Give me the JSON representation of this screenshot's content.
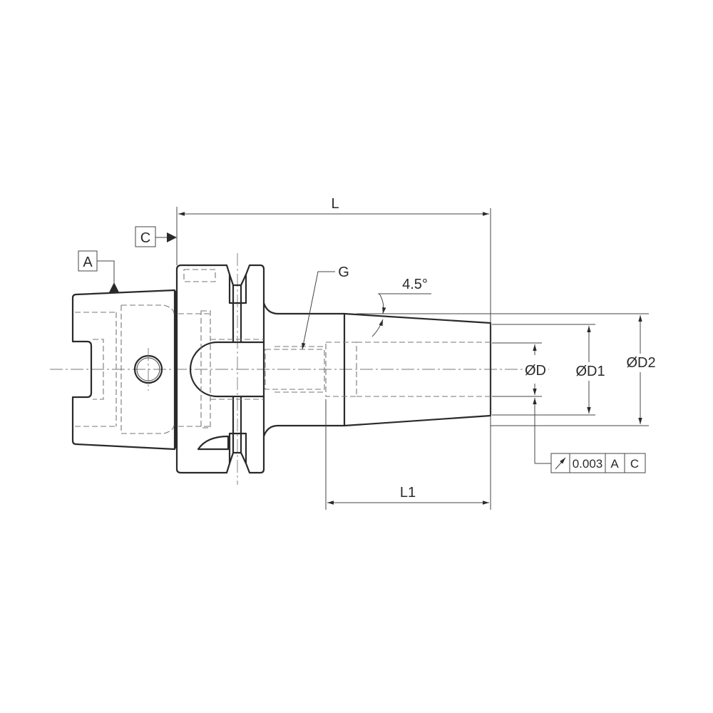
{
  "drawing": {
    "dimensions": {
      "overall_length": "L",
      "taper_length": "L1",
      "bore_diameter": "ØD",
      "nose_diameter_small": "ØD1",
      "nose_diameter_large": "ØD2",
      "thread": "G",
      "taper_angle": "4.5°"
    },
    "datums": {
      "a": "A",
      "c": "C"
    },
    "tolerance_frame": {
      "symbol": "circular-runout",
      "value": "0.003",
      "datum1": "A",
      "datum2": "C"
    }
  }
}
